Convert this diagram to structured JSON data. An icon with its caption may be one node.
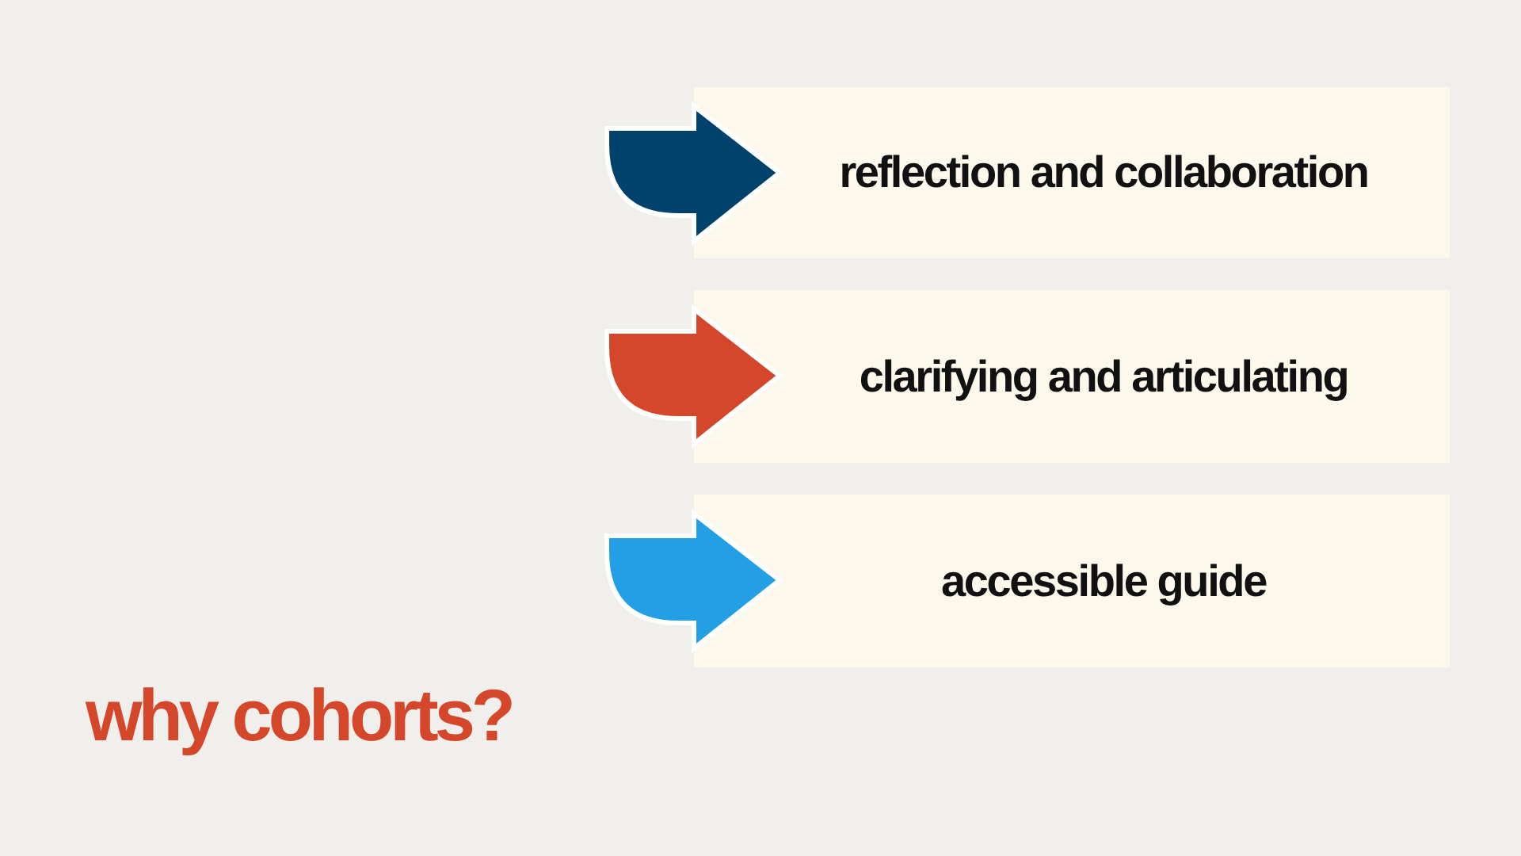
{
  "diagram": {
    "title": "why cohorts?",
    "nodes": [
      {
        "text": [
          "reflection and collaboration"
        ]
      },
      {
        "text": [
          "clarifying and articulating"
        ]
      },
      {
        "text": [
          "accessible guide"
        ]
      }
    ]
  }
}
